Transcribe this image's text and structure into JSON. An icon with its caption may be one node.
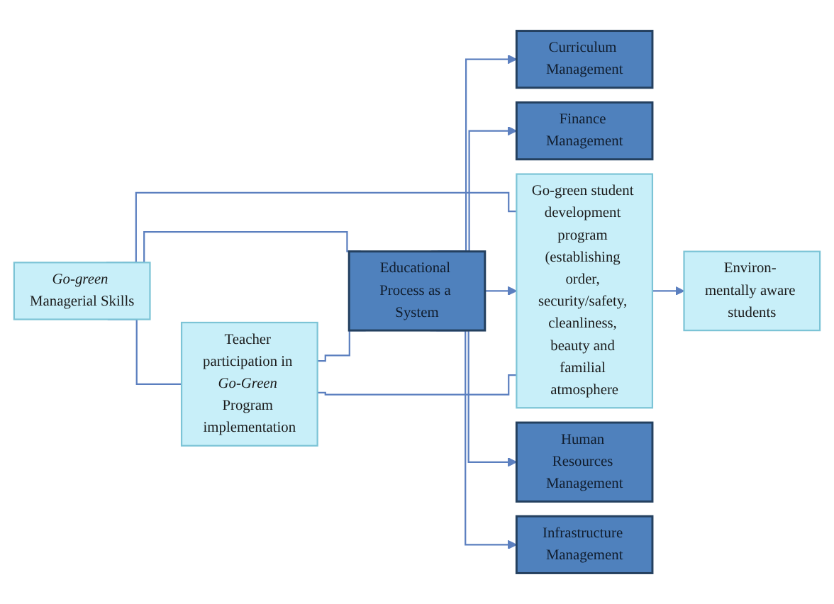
{
  "diagram": {
    "nodes": [
      {
        "text": [
          "*Go-green* Managerial Skills"
        ]
      },
      {
        "text": [
          "Curriculum Management"
        ]
      },
      {
        "text": [
          "Finance Management"
        ]
      },
      {
        "text": [
          "Educational Process as a System"
        ]
      },
      {
        "text": [
          "Go-green student development program (establishing order, security/safety, cleanliness, beauty and familial atmosphere"
        ]
      },
      {
        "text": [
          "Environ- mentally aware students"
        ]
      },
      {
        "text": [
          "Teacher participation in *Go-Green* Program implementation"
        ]
      },
      {
        "text": [
          "Human Resources Management"
        ]
      },
      {
        "text": [
          "Infrastructure Management"
        ]
      }
    ],
    "edges": [
      {
        "from": 0,
        "to": 4,
        "arrow": "none"
      },
      {
        "from": 0,
        "to": 3,
        "arrow": "none"
      },
      {
        "from": 0,
        "to": 6,
        "arrow": "none"
      },
      {
        "from": 3,
        "to": 1,
        "arrow": "to"
      },
      {
        "from": 3,
        "to": 2,
        "arrow": "to"
      },
      {
        "from": 3,
        "to": 4,
        "arrow": "to"
      },
      {
        "from": 3,
        "to": 7,
        "arrow": "to"
      },
      {
        "from": 3,
        "to": 8,
        "arrow": "to"
      },
      {
        "from": 4,
        "to": 5,
        "arrow": "to"
      },
      {
        "from": 6,
        "to": 3,
        "arrow": "none"
      },
      {
        "from": 6,
        "to": 4,
        "arrow": "none"
      }
    ]
  }
}
